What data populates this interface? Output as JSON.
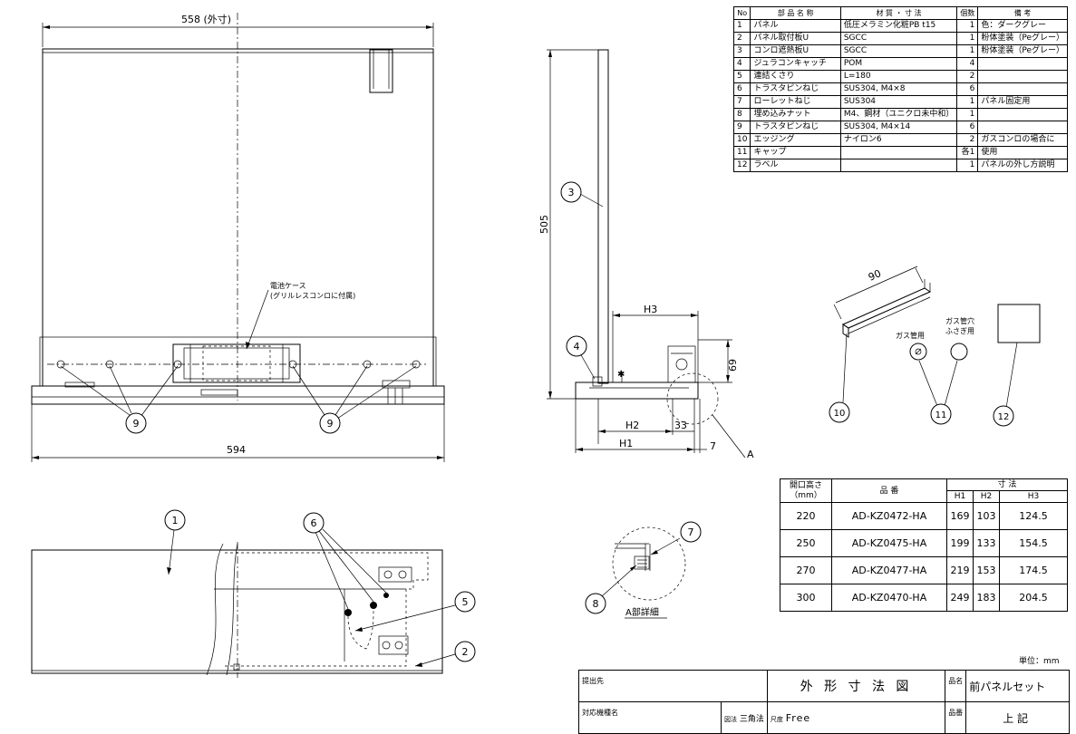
{
  "front_view": {
    "width_outer_label": "558 (外寸)",
    "width_bottom": "594",
    "case_label_line1": "電池ケース",
    "case_label_line2": "(グリルレスコンロに付属)",
    "balloons": {
      "left": "9",
      "right": "9"
    }
  },
  "side_view": {
    "height": "505",
    "h3": "H3",
    "h2": "H2",
    "h1": "H1",
    "dim_69": "69",
    "dim_33": "33",
    "dim_7": "7",
    "balloon_3": "3",
    "balloon_4": "4",
    "section_marker": "A"
  },
  "edging": {
    "length": "90",
    "balloon_10": "10",
    "gas_pipe_label": "ガス管用",
    "gas_hole_label_line1": "ガス管穴",
    "gas_hole_label_line2": "ふさぎ用",
    "balloon_11": "11",
    "balloon_12": "12"
  },
  "plan_view": {
    "balloon_1": "1",
    "balloon_6": "6",
    "balloon_5": "5",
    "balloon_2": "2"
  },
  "detail_a": {
    "balloon_7": "7",
    "balloon_8": "8",
    "caption": "A部詳細"
  },
  "parts_table": {
    "headers": [
      "No",
      "部 品 名 称",
      "材 質 ・ 寸 法",
      "個数",
      "備   考"
    ],
    "rows": [
      [
        "1",
        "パネル",
        "低圧メラミン化粧PB t15",
        "1",
        "色：ダークグレー"
      ],
      [
        "2",
        "パネル取付板U",
        "SGCC",
        "1",
        "粉体塗装（Peグレー）"
      ],
      [
        "3",
        "コンロ遮熱板U",
        "SGCC",
        "1",
        "粉体塗装（Peグレー）"
      ],
      [
        "4",
        "ジュラコンキャッチ",
        "POM",
        "4",
        ""
      ],
      [
        "5",
        "連結くさり",
        "L=180",
        "2",
        ""
      ],
      [
        "6",
        "トラスタピンねじ",
        "SUS304, M4×8",
        "6",
        ""
      ],
      [
        "7",
        "ローレットねじ",
        "SUS304",
        "1",
        "パネル固定用"
      ],
      [
        "8",
        "埋め込みナット",
        "M4、鋼材（ユニクロ未中和）",
        "1",
        ""
      ],
      [
        "9",
        "トラスタピンねじ",
        "SUS304, M4×14",
        "6",
        ""
      ],
      [
        "10",
        "エッジング",
        "ナイロン6",
        "2",
        "ガスコンロの場合に"
      ],
      [
        "11",
        "キャップ",
        "",
        "各1",
        "使用"
      ],
      [
        "12",
        "ラベル",
        "",
        "1",
        "パネルの外し方説明"
      ]
    ]
  },
  "size_table": {
    "col1_line1": "開口高さ",
    "col1_line2": "（mm）",
    "col2": "品    番",
    "col3": "寸   法",
    "sub": [
      "H1",
      "H2",
      "H3"
    ],
    "rows": [
      [
        "220",
        "AD-KZ0472-HA",
        "169",
        "103",
        "124.5"
      ],
      [
        "250",
        "AD-KZ0475-HA",
        "199",
        "133",
        "154.5"
      ],
      [
        "270",
        "AD-KZ0477-HA",
        "219",
        "153",
        "174.5"
      ],
      [
        "300",
        "AD-KZ0470-HA",
        "249",
        "183",
        "204.5"
      ]
    ]
  },
  "unit_label": "単位：mm",
  "title_block": {
    "submit_label": "提出先",
    "drawing_title": "外 形 寸 法 図",
    "name_label": "品名",
    "name_value": "前パネルセット",
    "model_label": "対応機種名",
    "method_label": "図法",
    "method_value": "三角法",
    "scale_label": "尺度",
    "scale_value": "Free",
    "code_label": "品番",
    "code_value": "上    記"
  }
}
